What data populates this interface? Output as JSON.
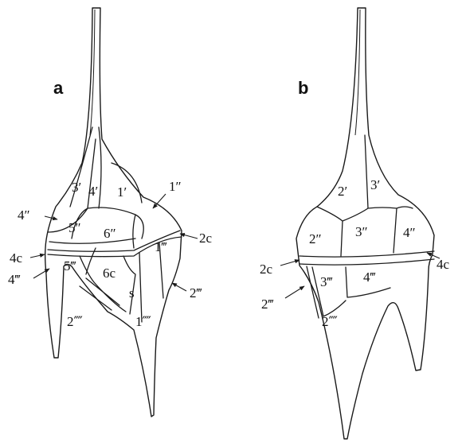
{
  "panels": [
    {
      "label": "a",
      "plates": [
        "3′",
        "4′",
        "1′",
        "5″",
        "6″",
        "5‴",
        "6c",
        "s",
        "1‴",
        "2⁗",
        "1⁗"
      ],
      "pointers": [
        "4″",
        "4c",
        "4‴",
        "1″",
        "2c",
        "2‴"
      ]
    },
    {
      "label": "b",
      "plates": [
        "2′",
        "3′",
        "2″",
        "3″",
        "4″",
        "3‴",
        "4‴",
        "2⁗"
      ],
      "pointers": [
        "2c",
        "4c",
        "2‴"
      ]
    }
  ],
  "colors": {
    "line": "#1a1a1a",
    "background": "#ffffff"
  }
}
